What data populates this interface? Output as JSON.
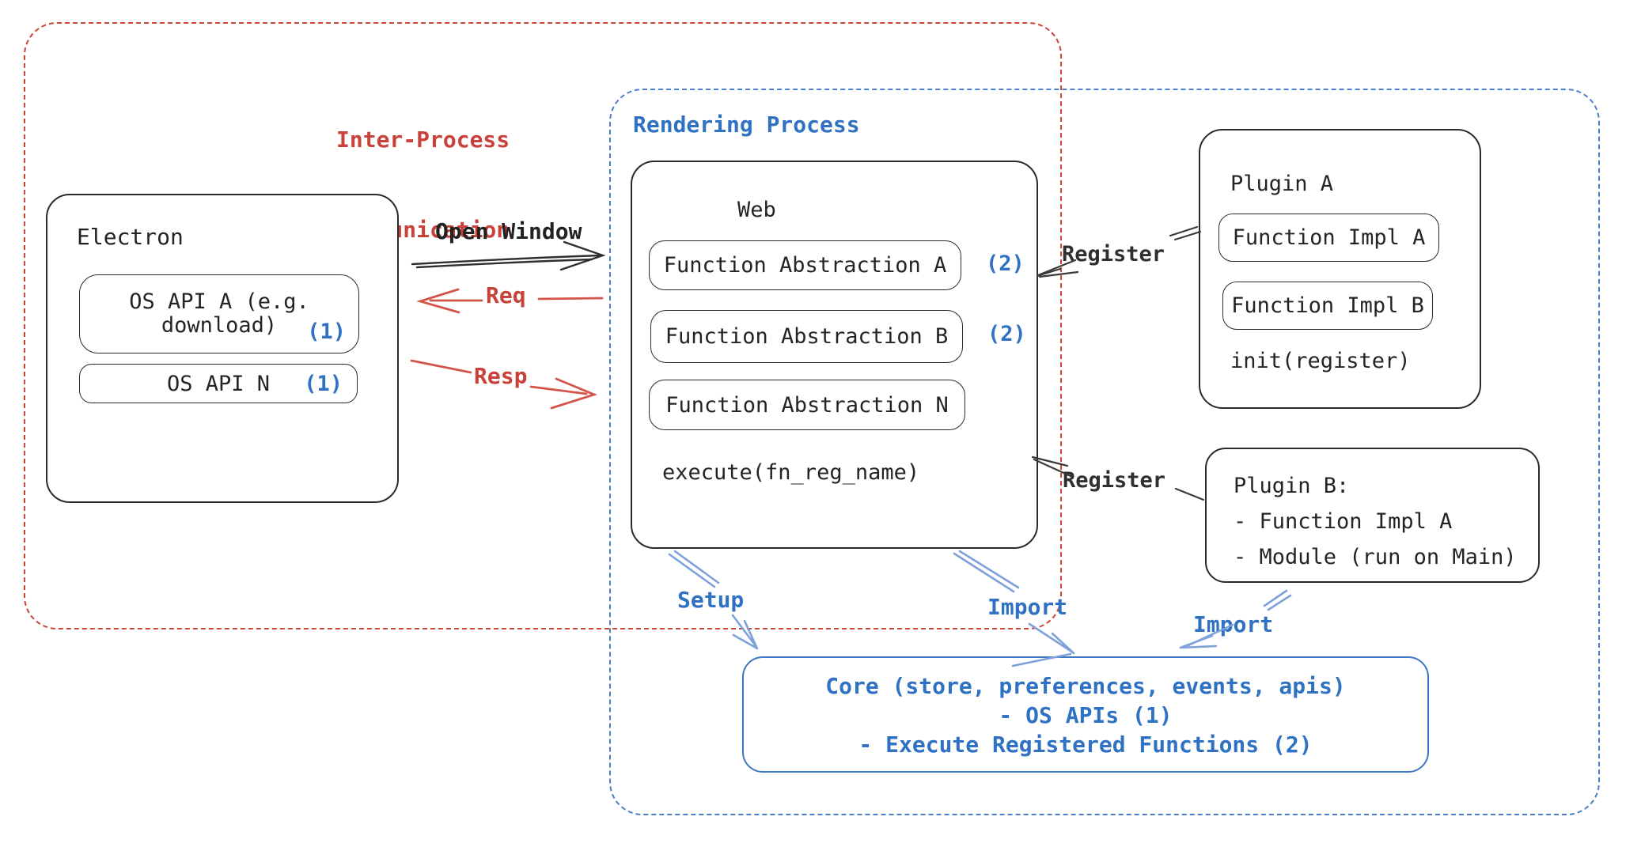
{
  "colors": {
    "red_accent": "#cc4439",
    "blue_accent": "#2f71c3",
    "blue_border": "#4b80c8",
    "core_border": "#3f76c4",
    "arrow_blue": "#7da1d8",
    "arrow_red": "#d4544a",
    "ink": "#2a2a2a"
  },
  "regions": {
    "ipc": {
      "line1": "Inter-Process",
      "line2": "Communication"
    },
    "rendering": {
      "label": "Rendering Process"
    }
  },
  "electron": {
    "title": "Electron",
    "api_a": {
      "line1": "OS API A (e.g.",
      "line2": "download)",
      "badge": "(1)"
    },
    "api_n": {
      "label": "OS API N",
      "badge": "(1)"
    }
  },
  "web": {
    "title": "Web",
    "items": [
      {
        "label": "Function Abstraction A",
        "badge": "(2)"
      },
      {
        "label": "Function Abstraction B",
        "badge": "(2)"
      },
      {
        "label": "Function Abstraction N",
        "badge": ""
      }
    ],
    "footer": "execute(fn_reg_name)"
  },
  "plugin_a": {
    "title": "Plugin A",
    "impl_a": "Function Impl A",
    "impl_b": "Function Impl B",
    "footer": "init(register)"
  },
  "plugin_b": {
    "lines": [
      "Plugin B:",
      "- Function Impl A",
      "- Module (run on Main)"
    ]
  },
  "core": {
    "lines": [
      "Core (store, preferences, events, apis)",
      "- OS APIs (1)",
      "- Execute Registered Functions (2)"
    ]
  },
  "labels": {
    "open_window": "Open Window",
    "req": "Req",
    "resp": "Resp",
    "register_a": "Register",
    "register_b": "Register",
    "setup": "Setup",
    "import_web": "Import",
    "import_plugin": "Import"
  }
}
